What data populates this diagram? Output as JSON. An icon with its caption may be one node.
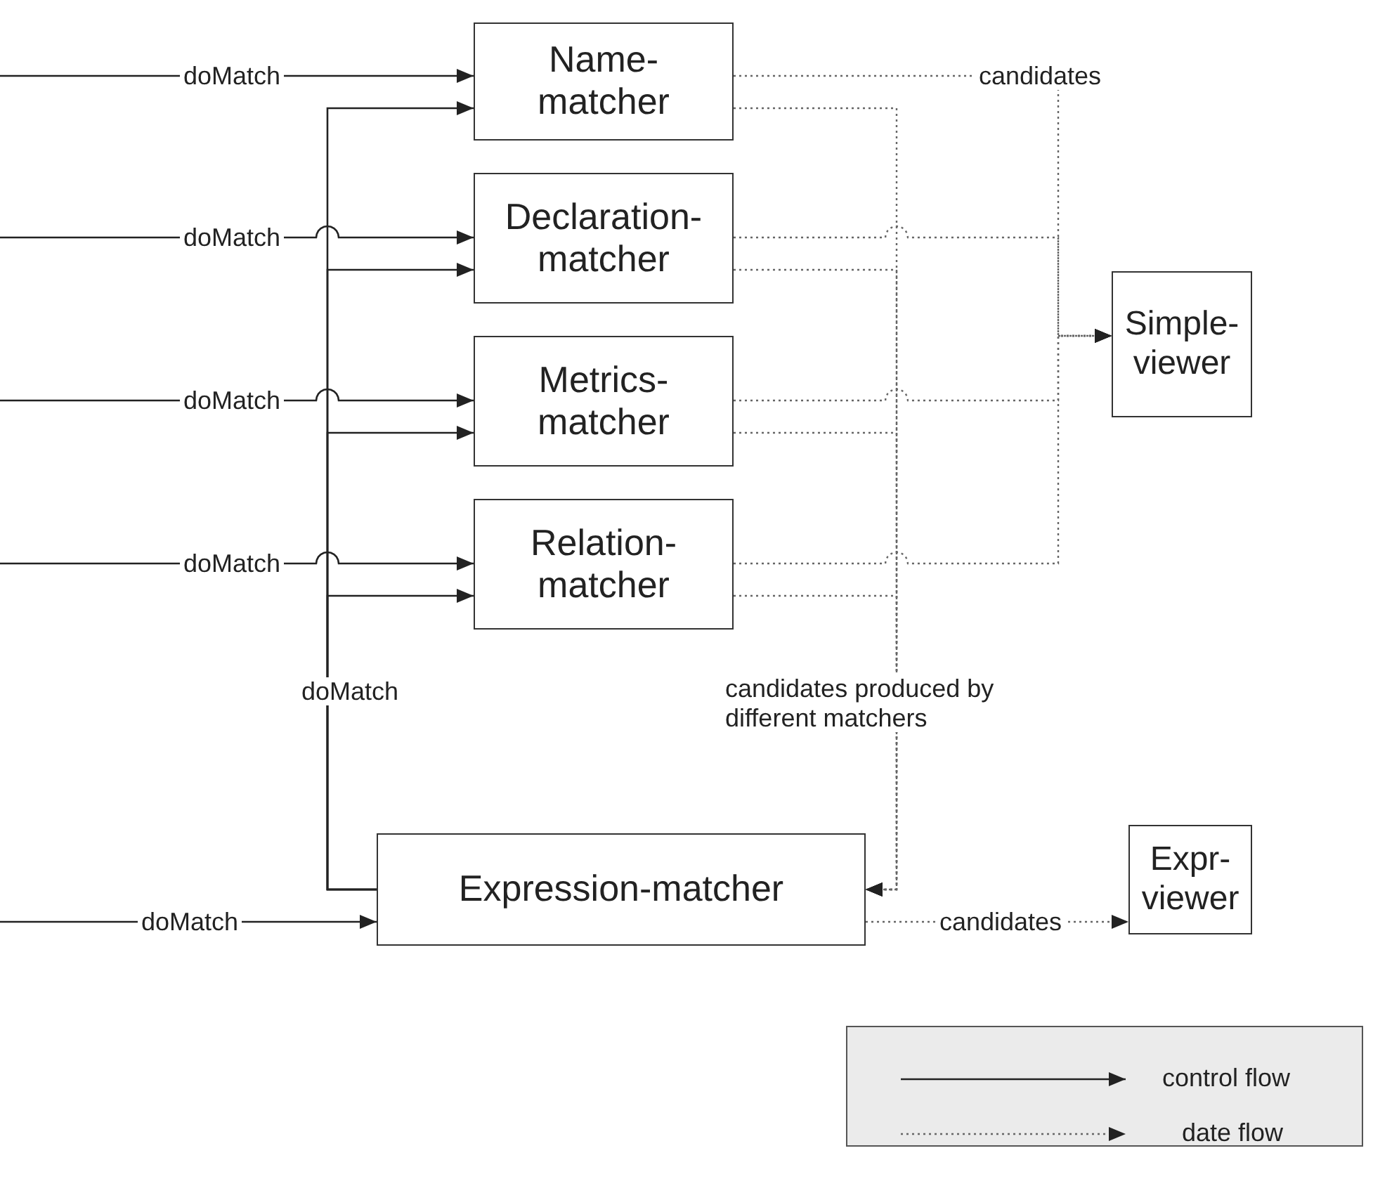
{
  "diagram": {
    "nodes": [
      {
        "text": [
          "Name- matcher"
        ]
      },
      {
        "text": [
          "Declaration- matcher"
        ]
      },
      {
        "text": [
          "Metrics- matcher"
        ]
      },
      {
        "text": [
          "Relation- matcher"
        ]
      },
      {
        "text": [
          "Simple- viewer"
        ]
      },
      {
        "text": [
          "Expression-matcher"
        ]
      },
      {
        "text": [
          "Expr- viewer"
        ]
      }
    ],
    "edges": [
      {
        "from": null,
        "to": 0,
        "arrow": "to",
        "label": "doMatch"
      },
      {
        "from": null,
        "to": 1,
        "arrow": "to",
        "label": "doMatch"
      },
      {
        "from": null,
        "to": 2,
        "arrow": "to",
        "label": "doMatch"
      },
      {
        "from": null,
        "to": 3,
        "arrow": "to",
        "label": "doMatch"
      },
      {
        "from": null,
        "to": 5,
        "arrow": "to",
        "label": "doMatch"
      },
      {
        "from": 5,
        "to": 0,
        "arrow": "to",
        "label": "doMatch"
      },
      {
        "from": 5,
        "to": 1,
        "arrow": "to"
      },
      {
        "from": 5,
        "to": 2,
        "arrow": "to"
      },
      {
        "from": 5,
        "to": 3,
        "arrow": "to"
      },
      {
        "from": 0,
        "to": 4,
        "arrow": "to",
        "style": "dashed",
        "label": "candidates"
      },
      {
        "from": 1,
        "to": 4,
        "arrow": "to",
        "style": "dashed"
      },
      {
        "from": 2,
        "to": 4,
        "arrow": "to",
        "style": "dashed"
      },
      {
        "from": 3,
        "to": 4,
        "arrow": "to",
        "style": "dashed"
      },
      {
        "from": 0,
        "to": 5,
        "arrow": "to",
        "style": "dashed"
      },
      {
        "from": 1,
        "to": 5,
        "arrow": "to",
        "style": "dashed"
      },
      {
        "from": 2,
        "to": 5,
        "arrow": "to",
        "style": "dashed"
      },
      {
        "from": 3,
        "to": 5,
        "arrow": "to",
        "style": "dashed",
        "label": "candidates produced by different matchers"
      },
      {
        "from": 5,
        "to": 6,
        "arrow": "to",
        "style": "dashed",
        "label": "candidates"
      }
    ],
    "legend": [
      {
        "text": "control flow"
      },
      {
        "text": "date flow"
      }
    ]
  }
}
